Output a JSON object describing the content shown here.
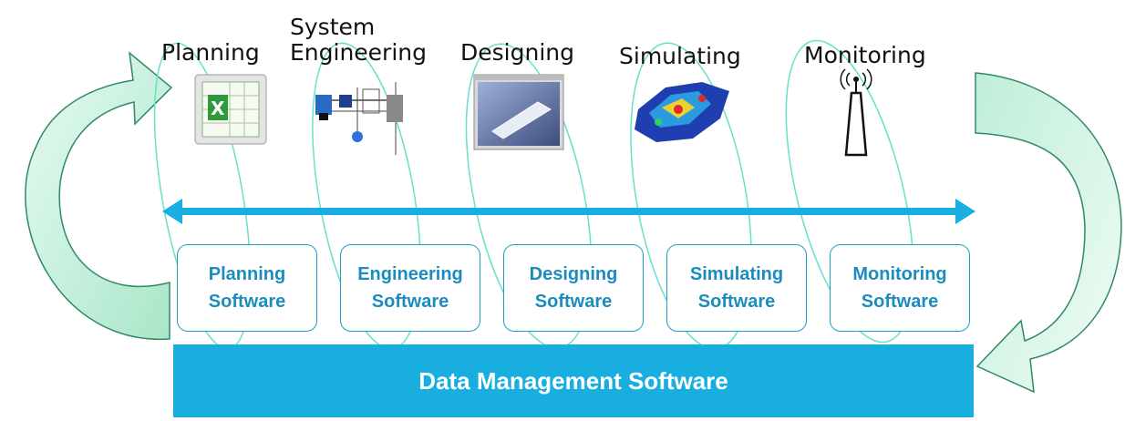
{
  "stages": [
    {
      "key": "planning",
      "label_lines": [
        "Planning"
      ]
    },
    {
      "key": "system-engineering",
      "label_lines": [
        "System",
        "Engineering"
      ]
    },
    {
      "key": "designing",
      "label_lines": [
        "Designing"
      ]
    },
    {
      "key": "simulating",
      "label_lines": [
        "Simulating"
      ]
    },
    {
      "key": "monitoring",
      "label_lines": [
        "Monitoring"
      ]
    }
  ],
  "software": [
    {
      "key": "planning",
      "line1": "Planning",
      "line2": "Software"
    },
    {
      "key": "engineering",
      "line1": "Engineering",
      "line2": "Software"
    },
    {
      "key": "designing",
      "line1": "Designing",
      "line2": "Software"
    },
    {
      "key": "simulating",
      "line1": "Simulating",
      "line2": "Software"
    },
    {
      "key": "monitoring",
      "line1": "Monitoring",
      "line2": "Software"
    }
  ],
  "data_management": {
    "label": "Data Management Software"
  },
  "colors": {
    "accent": "#18aee0",
    "box_text": "#1c8cc0",
    "cycle_arrow_fill": "#c9f2e0",
    "cycle_arrow_stroke": "#2f8a63",
    "spiral": "#66e0cc"
  },
  "icons": {
    "planning": "spreadsheet-icon",
    "system-engineering": "schematic-icon",
    "designing": "cad-model-icon",
    "simulating": "simulation-heatmap-icon",
    "monitoring": "antenna-tower-icon"
  }
}
